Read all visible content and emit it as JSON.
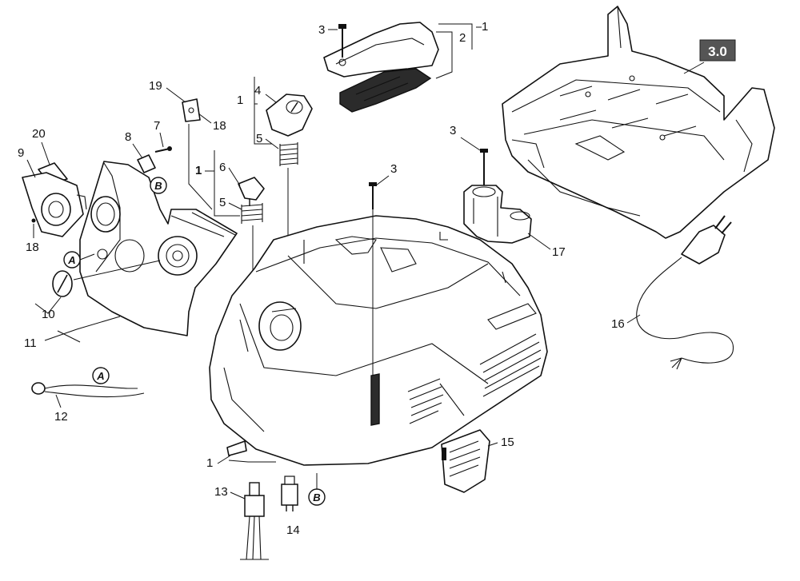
{
  "badge": "3.0",
  "callouts": {
    "c3_top": "3",
    "c1_top": "1",
    "c2_top": "2",
    "c19": "19",
    "c18_top": "18",
    "c1_mid": "1",
    "c4": "4",
    "c5_a": "5",
    "c7": "7",
    "c8": "8",
    "c20": "20",
    "c9": "9",
    "c1_bold": "1",
    "c6": "6",
    "c5_b": "5",
    "c3_mid": "3",
    "c3_right": "3",
    "c18_left": "18",
    "c10": "10",
    "c11": "11",
    "c17": "17",
    "c16": "16",
    "c12": "12",
    "c15": "15",
    "c1_bottom": "1",
    "c13": "13",
    "c14": "14"
  },
  "markers": {
    "b_top": "B",
    "a_left": "A",
    "a_wire": "A",
    "b_bottom": "B"
  }
}
